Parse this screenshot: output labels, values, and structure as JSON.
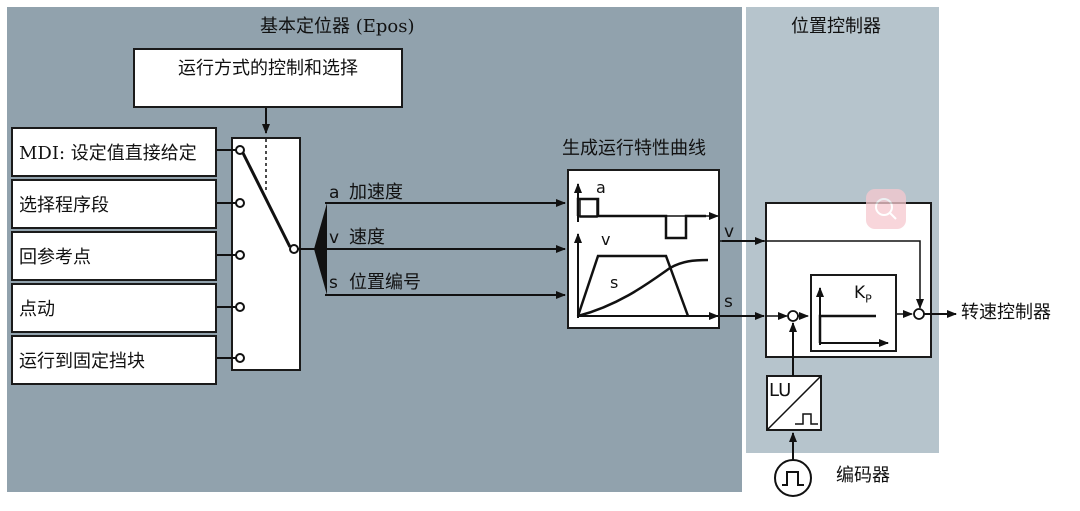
{
  "colors": {
    "epos_bg": "#91a2ad",
    "posctrl_bg": "#b6c4cc",
    "line": "#111111",
    "box_bg": "#ffffff",
    "watermark": "#f6c9cf"
  },
  "epos": {
    "title": "基本定位器 (Epos)",
    "mode_control": "运行方式的控制和选择",
    "modes": [
      {
        "label": "MDI: 设定值直接给定"
      },
      {
        "label": "选择程序段"
      },
      {
        "label": "回参考点"
      },
      {
        "label": "点动"
      },
      {
        "label": "运行到固定挡块"
      }
    ],
    "signals": [
      {
        "symbol": "a",
        "label": "加速度"
      },
      {
        "symbol": "v",
        "label": "速度"
      },
      {
        "symbol": "s",
        "label": "位置编号"
      }
    ],
    "profile": {
      "title": "生成运行特性曲线",
      "a_label": "a",
      "v_label": "v",
      "s_label": "s"
    }
  },
  "position_controller": {
    "title": "位置控制器",
    "v_out": "v",
    "s_out": "s",
    "kp": "K",
    "kp_sub": "P",
    "lu": "LU",
    "encoder": "编码器",
    "output": "转速控制器"
  }
}
